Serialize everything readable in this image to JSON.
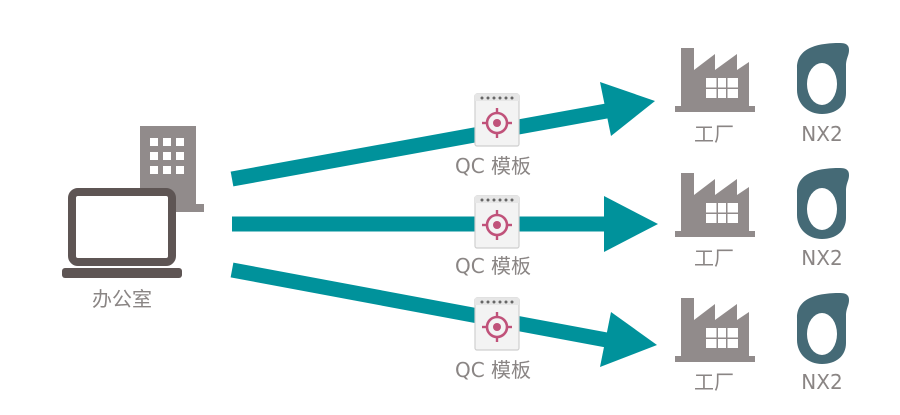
{
  "colors": {
    "arrow": "#00929b",
    "building_gray": "#918b8b",
    "laptop": "#5e5554",
    "nx2_ring": "#456a76",
    "label_text": "#8a8584",
    "template_accent": "#c0527a"
  },
  "office": {
    "label": "办公室",
    "icons": [
      "laptop-icon",
      "office-building-icon"
    ]
  },
  "template_label": "QC 模板",
  "factory_label": "工厂",
  "device_label": "NX2",
  "flows": [
    {
      "id": "top",
      "template_label": "QC 模板",
      "factory_label": "工厂",
      "device_label": "NX2"
    },
    {
      "id": "middle",
      "template_label": "QC 模板",
      "factory_label": "工厂",
      "device_label": "NX2"
    },
    {
      "id": "bottom",
      "template_label": "QC 模板",
      "factory_label": "工厂",
      "device_label": "NX2"
    }
  ]
}
